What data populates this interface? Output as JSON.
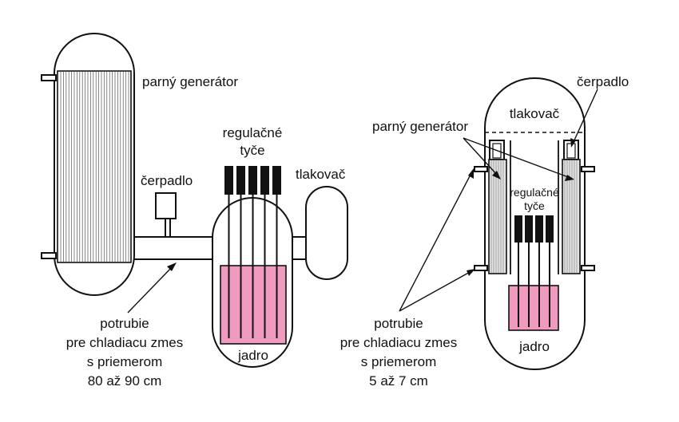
{
  "left": {
    "steam_generator": "parný generátor",
    "control_rods": [
      "regulačné",
      "tyče"
    ],
    "pump": "čerpadlo",
    "pressurizer": "tlakovač",
    "core": "jadro",
    "piping": [
      "potrubie",
      "pre chladiacu zmes",
      "s priemerom",
      "80 až 90 cm"
    ]
  },
  "right": {
    "pressurizer": "tlakovač",
    "pump": "čerpadlo",
    "steam_generator": "parný generátor",
    "control_rods": [
      "regulačné",
      "tyče"
    ],
    "core": "jadro",
    "piping": [
      "potrubie",
      "pre chladiacu zmes",
      "s priemerom",
      "5 až 7 cm"
    ]
  },
  "colors": {
    "core_fill": "#f19ac0",
    "outline": "#111111",
    "rod": "#111111",
    "generator_fill": "#e3e3e3"
  }
}
